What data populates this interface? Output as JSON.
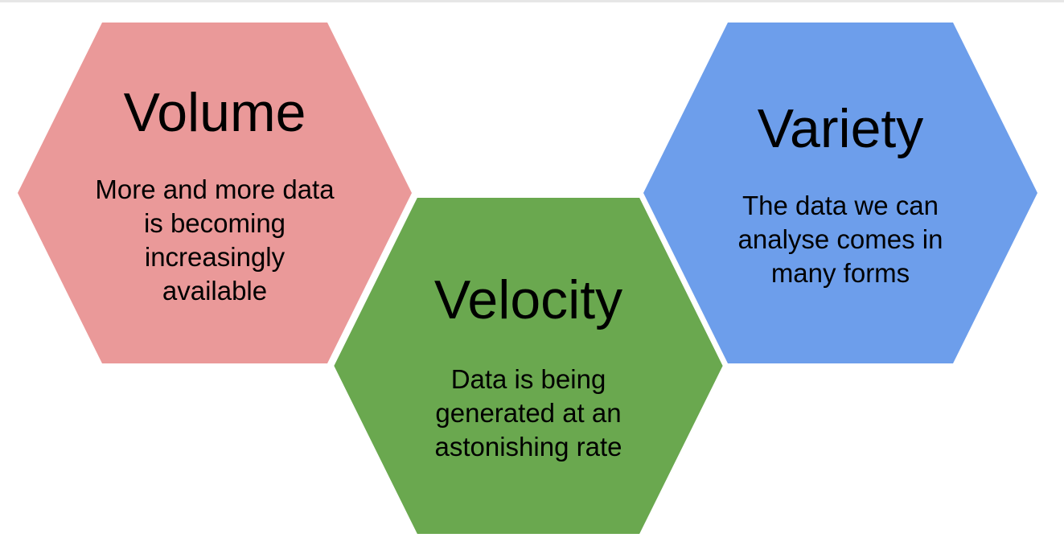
{
  "colors": {
    "volume_fill": "#EA9999",
    "velocity_fill": "#6AA84F",
    "variety_fill": "#6D9EEB",
    "outline": "#ffffff",
    "text": "#000000"
  },
  "hexagons": [
    {
      "key": "volume",
      "title": "Volume",
      "description": "More and more data is becoming increasingly available"
    },
    {
      "key": "velocity",
      "title": "Velocity",
      "description": "Data is being generated at an astonishing rate"
    },
    {
      "key": "variety",
      "title": "Variety",
      "description": "The data we can analyse comes in many forms"
    }
  ]
}
